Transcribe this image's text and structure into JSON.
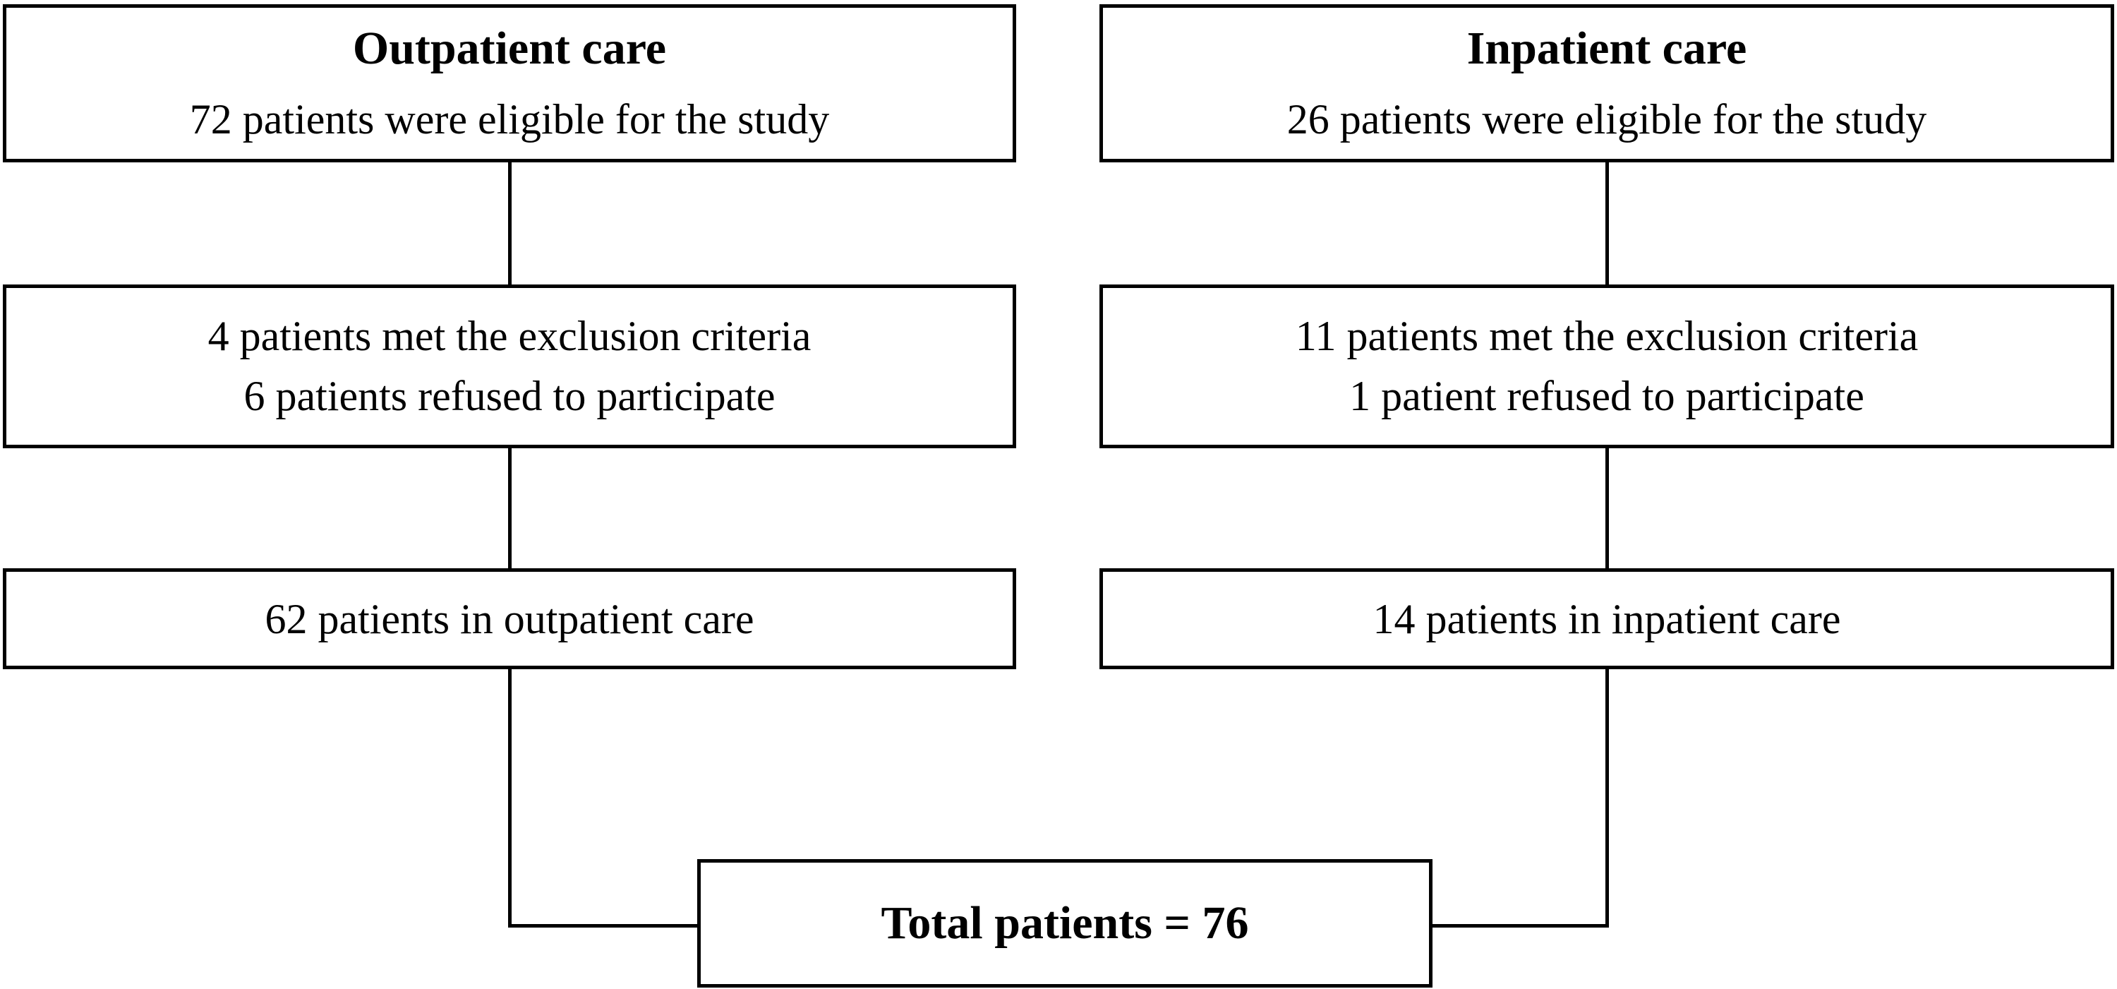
{
  "flowchart": {
    "outpatient": {
      "eligible_title": "Outpatient care",
      "eligible_text": "72 patients were eligible for the study",
      "excluded_line1": "4 patients met the exclusion criteria",
      "excluded_line2": "6 patients refused to participate",
      "final_text": "62 patients in outpatient care"
    },
    "inpatient": {
      "eligible_title": "Inpatient care",
      "eligible_text": "26 patients were eligible for the study",
      "excluded_line1": "11 patients met the exclusion criteria",
      "excluded_line2": "1 patient refused to participate",
      "final_text": "14 patients in inpatient care"
    },
    "total": {
      "text": "Total patients = 76"
    },
    "colors": {
      "border": "#000000",
      "background": "#ffffff",
      "text": "#000000"
    }
  }
}
